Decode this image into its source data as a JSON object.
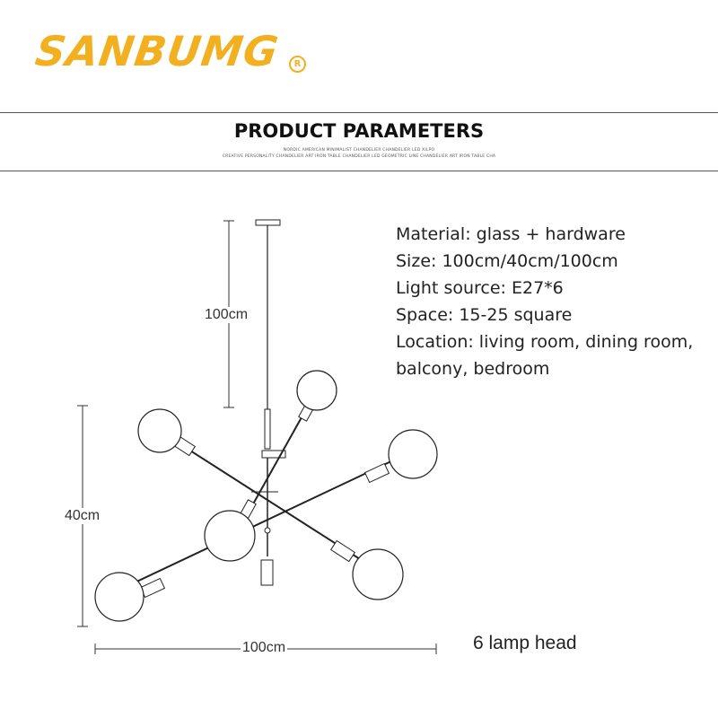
{
  "brand": {
    "name": "SANBUMG",
    "registered_mark": "R",
    "color": "#f2b021"
  },
  "header": {
    "title": "PRODUCT PARAMETERS",
    "subtitle_line1": "NORDIC AMERICAN MINIMALIST CHANDELIER CHANDELIER LED XILPO",
    "subtitle_line2": "CREATIVE PERSONALITY CHANDELIER ART IRON TABLE CHANDELIER LED GEOMETRIC LINE CHANDELIER ART IRON TABLE CHA"
  },
  "specs": [
    "Material: glass + hardware",
    "Size: 100cm/40cm/100cm",
    "Light source: E27*6",
    "Space: 15-25 square",
    "Location: living room, dining room,",
    "balcony, bedroom"
  ],
  "dimensions": {
    "drop": "100cm",
    "height": "40cm",
    "width": "100cm"
  },
  "lamp_count_label": "6 lamp head"
}
